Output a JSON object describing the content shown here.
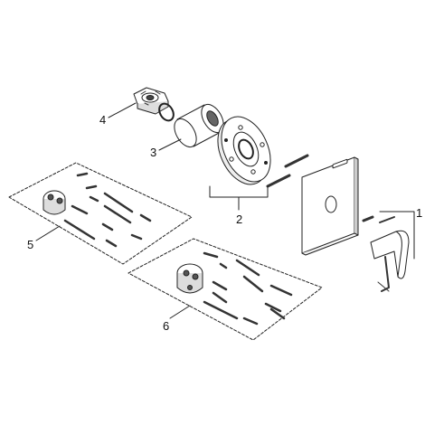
{
  "parts": [
    {
      "number": "1"
    },
    {
      "number": "2"
    },
    {
      "number": "3"
    },
    {
      "number": "4"
    },
    {
      "number": "5"
    },
    {
      "number": "6"
    }
  ],
  "colors": {
    "line": "#222222",
    "fill": "#ffffff",
    "shade": "#9a9a9a",
    "dark": "#3a3a3a"
  }
}
